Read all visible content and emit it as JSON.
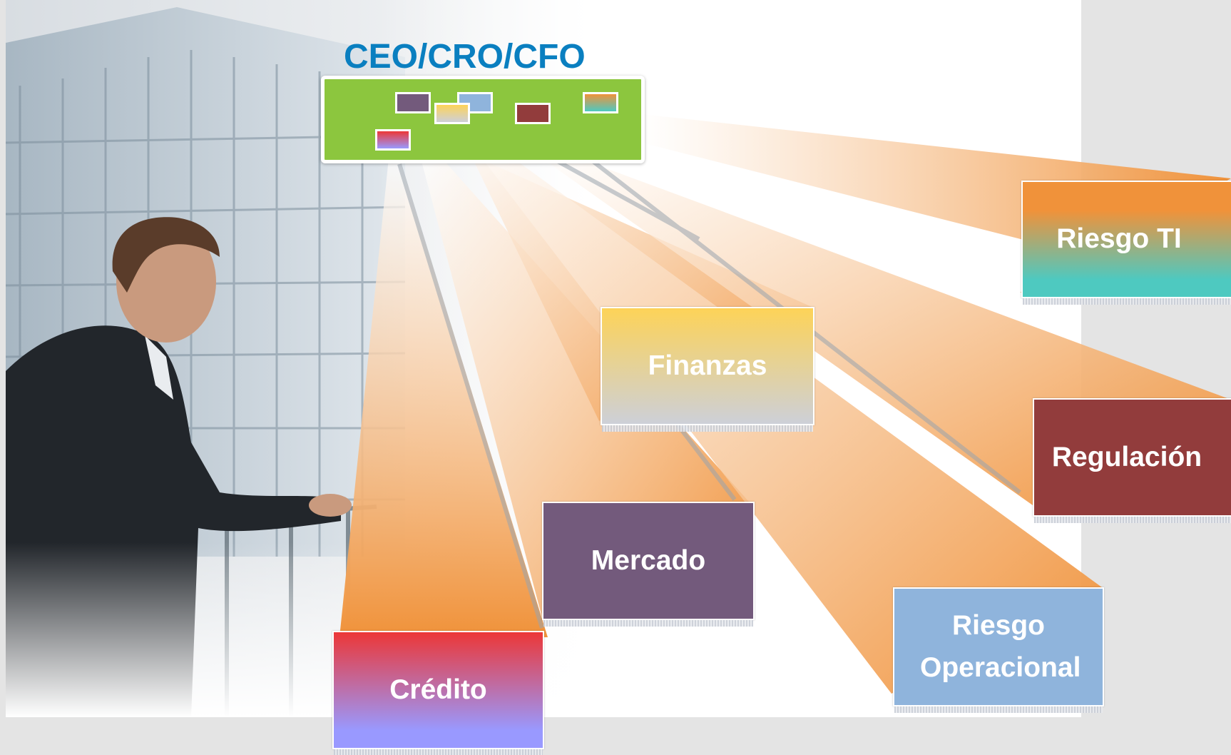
{
  "header": {
    "title": "CEO/CRO/CFO"
  },
  "categories": {
    "credito": "Crédito",
    "mercado": "Mercado",
    "finanzas": "Finanzas",
    "riesgo_operacional": "Riesgo Operacional",
    "regulacion": "Regulación",
    "riesgo_ti": "Riesgo TI"
  },
  "colors": {
    "title": "#0a7fc0",
    "panel": "#8cc63e",
    "beam": "#f0923a",
    "mercado": "#735a7c",
    "regulacion": "#923c3c",
    "riesgo_operacional": "#8fb4dc"
  }
}
